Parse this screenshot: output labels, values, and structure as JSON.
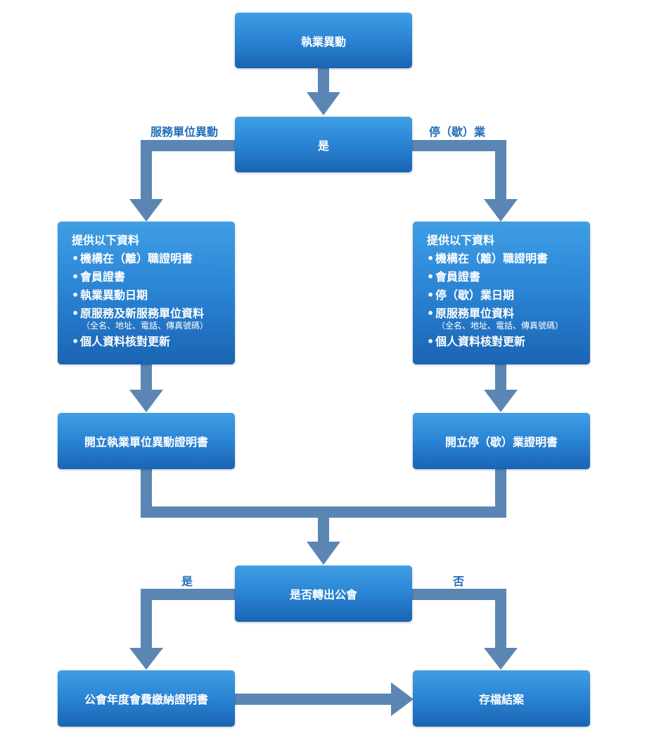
{
  "nodes": {
    "start": "執業異動",
    "yes_decision": "是",
    "left_list": {
      "title": "提供以下資料",
      "items": [
        "機構在（離）職證明書",
        "會員證書",
        "執業異動日期",
        "原服務及新服務單位資料",
        "個人資料核對更新"
      ],
      "note": "（全名、地址、電話、傳真號碼）"
    },
    "right_list": {
      "title": "提供以下資料",
      "items": [
        "機構在（離）職證明書",
        "會員證書",
        "停（歇）業日期",
        "原服務單位資料",
        "個人資料核對更新"
      ],
      "note": "（全名、地址、電話、傳真號碼）"
    },
    "left_cert": "開立執業單位異動證明書",
    "right_cert": "開立停（歇）業證明書",
    "transfer": "是否轉出公會",
    "fee_cert": "公會年度會費繳納證明書",
    "archive": "存檔結案"
  },
  "labels": {
    "left_branch": "服務單位異動",
    "right_branch": "停（歇）業",
    "transfer_yes": "是",
    "transfer_no": "否"
  },
  "colors": {
    "box_top": "#3f9ee4",
    "box_bottom": "#1a64b3",
    "arrow": "#5b86b4",
    "label": "#1f6eb8"
  }
}
